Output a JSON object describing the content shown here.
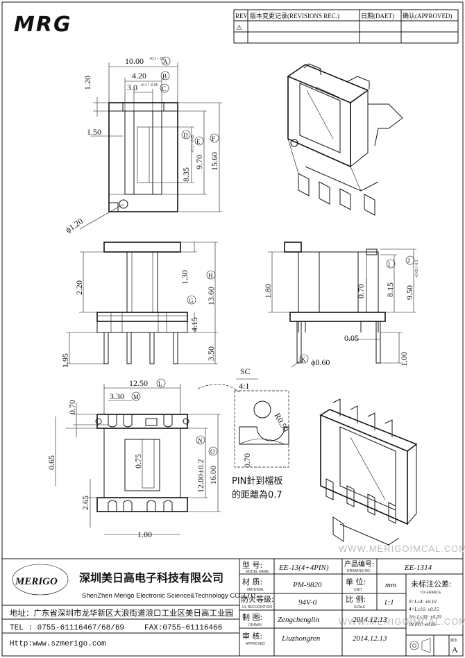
{
  "logo": {
    "text": "MRG"
  },
  "revision": {
    "headers": [
      "REV.",
      "版本变更记录(REVISIONS REC.)",
      "日期(DAET)",
      "确认(APPROVED)"
    ],
    "symbol": "⚠"
  },
  "dims": {
    "A": "10.00",
    "A_tol": "+0.1 / -0.2",
    "B": "4.20",
    "C": "3.0",
    "C_tol": "+0.1 / -0.05",
    "top_1_20": "1.20",
    "left_1_50": "1.50",
    "D": "8.35",
    "D_tol": "+0.1 / -0.05",
    "E": "9.70",
    "F": "15.60",
    "hole": "ϕ1.20",
    "v_2_20": "2.20",
    "v_1_30": "1.30",
    "H": "13.60",
    "G_label": "G",
    "v_4_15": "4.15",
    "v_1_95": "1.95",
    "v_3_50": "3.50",
    "s_1_80": "1.80",
    "s_0_70": "0.70",
    "I": "8.15",
    "J": "9.50",
    "J_tol": "+0.05 / -0.1",
    "s_0_05": "0.05",
    "s_1_00": "1.00",
    "K": "ϕ0.60",
    "L": "12.50",
    "M": "3.30",
    "b_0_70": "0.70",
    "b_0_65": "0.65",
    "b_0_75": "0.75",
    "N": "12.00±0.2",
    "O": "16.00",
    "b_2_65": "2.65",
    "b_1_00": "1.00",
    "sc_title": "SC",
    "sc_scale": "4:1",
    "sc_r": "R0.50",
    "sc_070": "0.70",
    "circle_labels": [
      "A",
      "B",
      "C",
      "D",
      "E",
      "F",
      "G",
      "H",
      "I",
      "J",
      "K",
      "L",
      "M",
      "N",
      "O"
    ]
  },
  "note": {
    "line1": "PIN針到檔板",
    "line2": "的距離為0.7"
  },
  "company": {
    "logo": "MERIGO",
    "name_cn": "深圳美日高电子科技有限公司",
    "name_en": "ShenZhen Merigo Electronic Science&Technology CO.,LTD",
    "address": "地址：广东省深圳市龙华新区大浪街道浪口工业区美日高工业园",
    "tel": "TEL : 0755-61116467/68/69",
    "fax": "FAX:0755-61116466",
    "http": "Http:www.szmerigo.com"
  },
  "titleblock": {
    "model_label": "型  号:",
    "model_sub": "MODEL NAME",
    "model": "EE-13(4+4PIN)",
    "drawing_no_label": "产品编号:",
    "drawing_no_sub": "DRAWING NO.",
    "drawing_no": "EE-1314",
    "material_label": "材  质:",
    "material_sub": "MATERIAL",
    "material": "PM-9820",
    "unit_label": "单  位:",
    "unit_sub": "UNIT",
    "unit": "mm",
    "ul_label": "防火等级:",
    "ul_sub": "UL RECOGNITION",
    "ul": "94V-0",
    "scale_label": "比  例:",
    "scale_sub": "SCALE",
    "scale": "1:1",
    "drawn_label": "制  图:",
    "drawn_sub": "DRAWN",
    "drawn": "Zengchenglin",
    "drawn_date": "2014.12.13",
    "approved_label": "审  核:",
    "approved_sub": "APPROVED",
    "approved": "Liuzhongren",
    "approved_date": "2014.12.13",
    "tolerance_title": "未标注公差:",
    "tolerance_sub": "TOLERANCE",
    "tolerances": [
      "0<L≤4:  ±0.10",
      "4<L≤16: ±0.15",
      "16<L≤30: ±0.20",
      "IN FIT: ±0.05"
    ],
    "version_label": "版本",
    "version": "A"
  },
  "watermark": "WWW.MERIGOIMCAL.COM"
}
